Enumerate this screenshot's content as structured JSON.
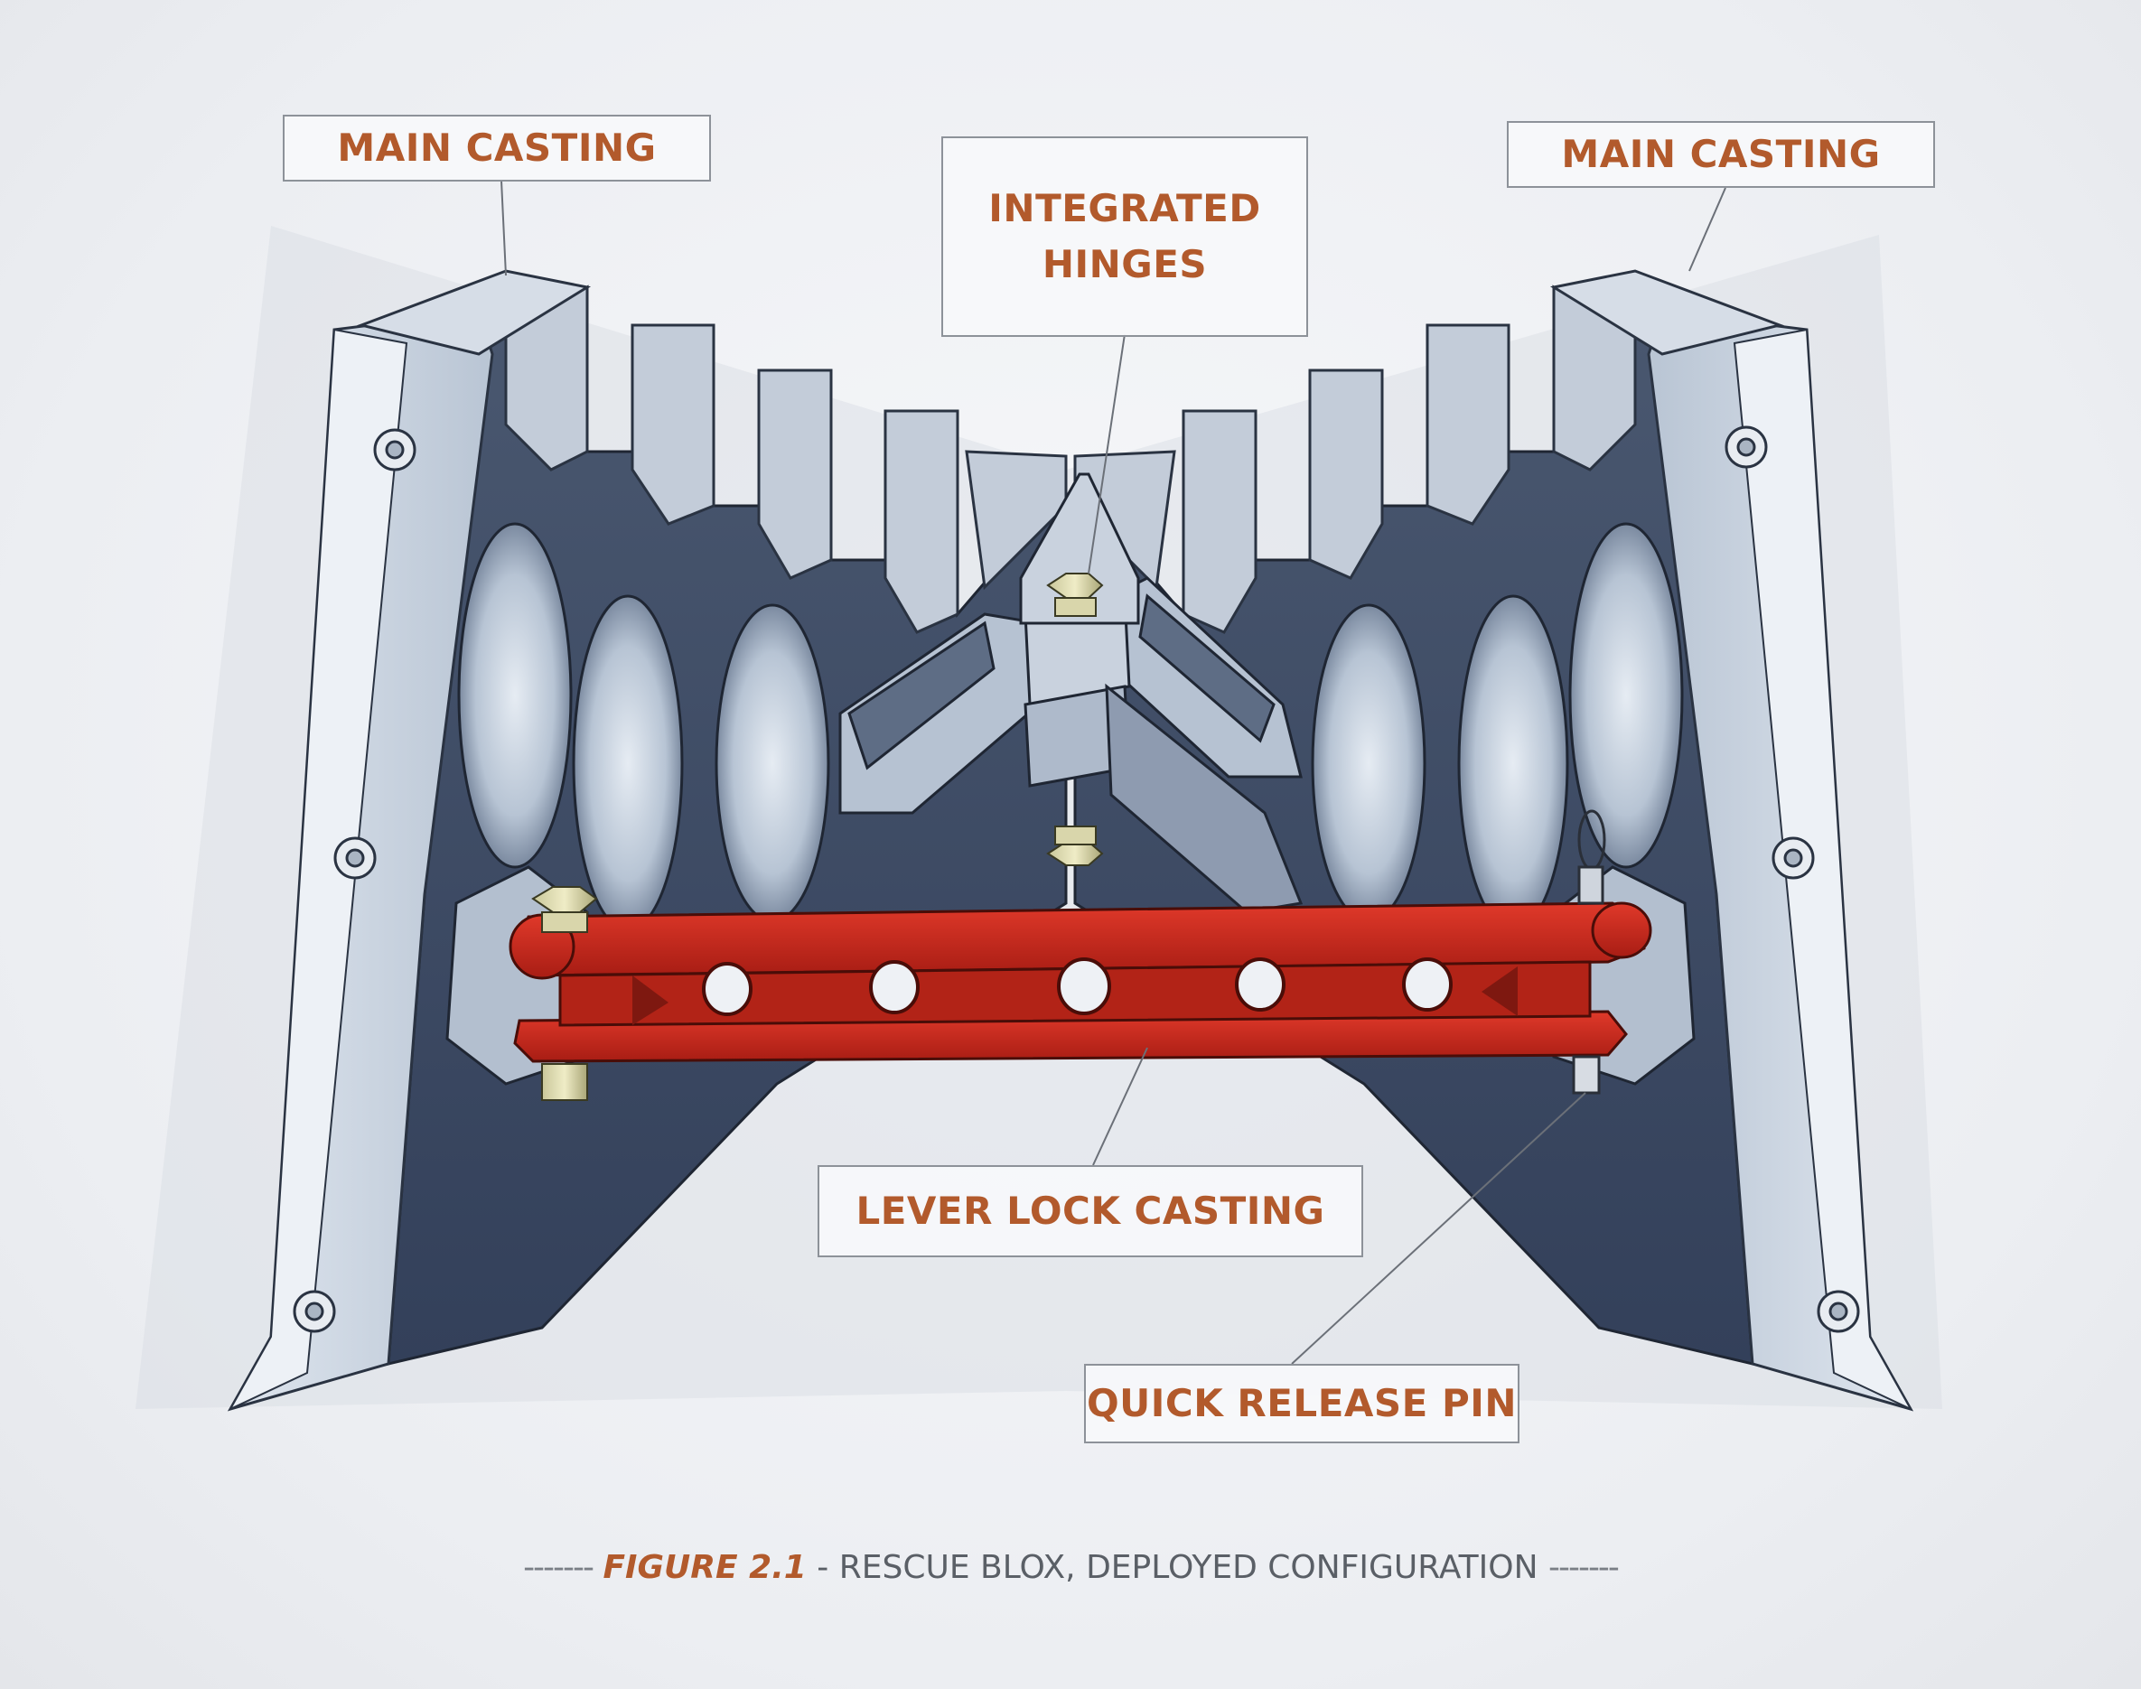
{
  "figure": {
    "labels": {
      "main_casting_left": "MAIN CASTING",
      "integrated_hinges_line1": "INTEGRATED",
      "integrated_hinges_line2": "HINGES",
      "main_casting_right": "MAIN CASTING",
      "lever_lock_casting": "LEVER LOCK CASTING",
      "quick_release_pin": "QUICK RELEASE PIN"
    },
    "caption": {
      "dash_left": "-------",
      "figure_number": "FIGURE 2.1",
      "text": "- RESCUE BLOX, DEPLOYED CONFIGURATION",
      "dash_right": "-------"
    },
    "colors": {
      "label_text": "#b25a2c",
      "casting_dark": "#3f4d63",
      "casting_light": "#c9d2de",
      "lever": "#c8281c"
    }
  }
}
